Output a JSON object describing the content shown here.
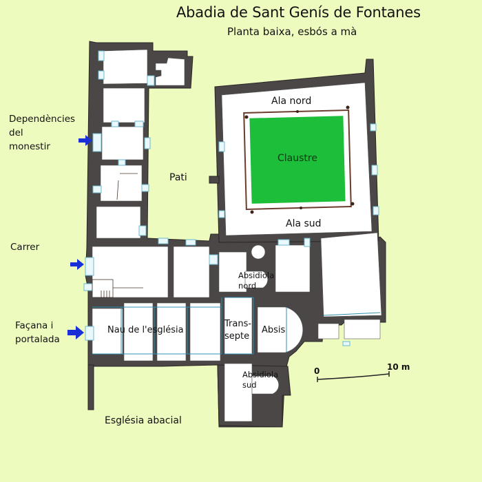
{
  "header": {
    "title": "Abadia de Sant Genís de Fontanes",
    "subtitle": "Planta baixa, esbós a mà"
  },
  "side_labels": {
    "dependencies": "Dependències\ndel\nmonestir",
    "dependencies_lines": [
      "Dependències",
      "del",
      "monestir"
    ],
    "street": "Carrer",
    "facade_lines": [
      "Façana i",
      "portalada"
    ]
  },
  "areas": {
    "courtyard": "Pati",
    "north_wing": "Ala nord",
    "cloister": "Claustre",
    "south_wing": "Ala sud",
    "nave": "Nau de l'església",
    "transept_lines": [
      "Trans-",
      "septe"
    ],
    "apse": "Absis",
    "north_apsidiole_lines": [
      "Absidiola",
      "nord"
    ],
    "south_apsidiole_lines": [
      "Absidiola",
      "sud"
    ],
    "abbey_church": "Església abacial"
  },
  "scale_bar": {
    "start_label": "0",
    "end_label": "10 m"
  },
  "icons": {
    "entrance_arrow": "arrow-right-icon"
  },
  "colors": {
    "background": "#EEFBBF",
    "wall": "#4A4746",
    "room": "#FFFFFF",
    "cloister_garden": "#1DBF3A",
    "window": "#9FD3E0",
    "arrow": "#1A2FD6"
  }
}
